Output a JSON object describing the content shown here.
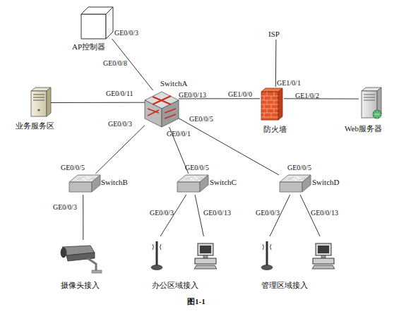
{
  "diagram": {
    "caption": "图1-1",
    "nodes": [
      {
        "text": [
          "AP控制器"
        ]
      },
      {
        "text": [
          "ISP"
        ]
      },
      {
        "text": [
          "业务服务区"
        ]
      },
      {
        "text": [
          "SwitchA"
        ]
      },
      {
        "text": [
          "防火墙"
        ]
      },
      {
        "text": [
          "Web服务器"
        ]
      },
      {
        "text": [
          "SwitchB"
        ]
      },
      {
        "text": [
          "SwitchC"
        ]
      },
      {
        "text": [
          "SwitchD"
        ]
      },
      {
        "text": [
          "摄像头接入"
        ]
      },
      {
        "text": [
          "办公区域接入"
        ]
      },
      {
        "text": [
          "管理区域接入"
        ]
      }
    ],
    "edges": [
      {
        "from": 3,
        "to": 0,
        "arrow": "none"
      },
      {
        "from": 2,
        "to": 3,
        "arrow": "none"
      },
      {
        "from": 3,
        "to": 4,
        "arrow": "none"
      },
      {
        "from": 1,
        "to": 4,
        "arrow": "none"
      },
      {
        "from": 4,
        "to": 5,
        "arrow": "none"
      },
      {
        "from": 3,
        "to": 6,
        "arrow": "none"
      },
      {
        "from": 3,
        "to": 7,
        "arrow": "none"
      },
      {
        "from": 3,
        "to": 8,
        "arrow": "none"
      },
      {
        "from": 6,
        "to": 9,
        "arrow": "none"
      },
      {
        "from": 7,
        "to": 10,
        "arrow": "none"
      },
      {
        "from": 7,
        "to": 10,
        "arrow": "none"
      },
      {
        "from": 8,
        "to": 11,
        "arrow": "none"
      },
      {
        "from": 8,
        "to": 11,
        "arrow": "none"
      }
    ],
    "labels": [
      "GE0/0/3",
      "GE0/0/8",
      "GE0/0/11",
      "GE0/0/13",
      "GE1/0/0",
      "GE1/0/1",
      "GE1/0/2",
      "GE0/0/3",
      "GE0/0/5",
      "GE0/0/1",
      "GE0/0/5",
      "GE0/0/5",
      "GE0/0/5",
      "GE0/0/3",
      "GE0/0/3",
      "GE0/0/13",
      "GE0/0/3",
      "GE0/0/13"
    ]
  }
}
